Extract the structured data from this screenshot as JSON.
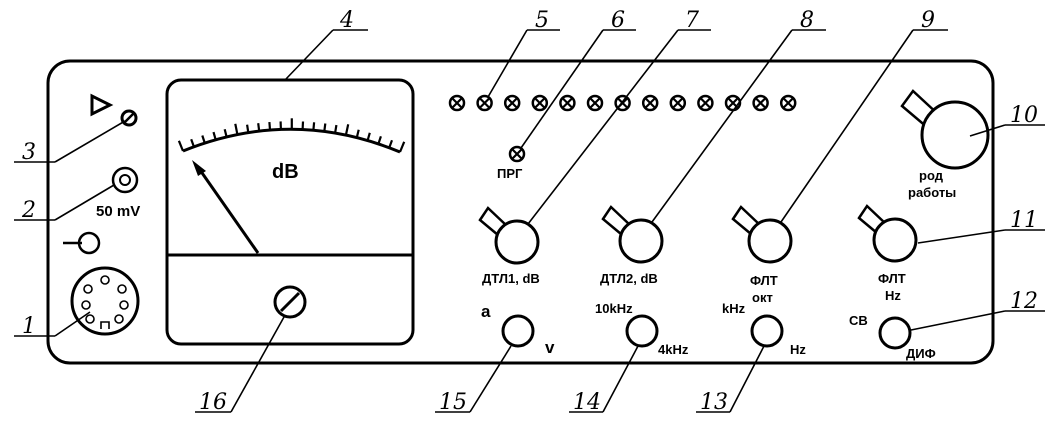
{
  "callouts": {
    "n1": "1",
    "n2": "2",
    "n3": "3",
    "n4": "4",
    "n5": "5",
    "n6": "6",
    "n7": "7",
    "n8": "8",
    "n9": "9",
    "n10": "10",
    "n11": "11",
    "n12": "12",
    "n13": "13",
    "n14": "14",
    "n15": "15",
    "n16": "16"
  },
  "labels": {
    "input_50mv": "50 mV",
    "meter_unit": "dB",
    "prg": "ПРГ",
    "dtl1": "ДТЛ1, dB",
    "dtl2": "ДТЛ2, dB",
    "flt_okt_1": "ФЛТ",
    "flt_okt_2": "окт",
    "flt_hz_1": "ФЛТ",
    "flt_hz_2": "Hz",
    "mode_1": "род",
    "mode_2": "работы",
    "a": "а",
    "v": "v",
    "k10": "10kHz",
    "k4": "4kHz",
    "khz": "kHz",
    "hz": "Hz",
    "sv": "СВ",
    "dif": "ДИФ"
  },
  "indicator_count": 13
}
